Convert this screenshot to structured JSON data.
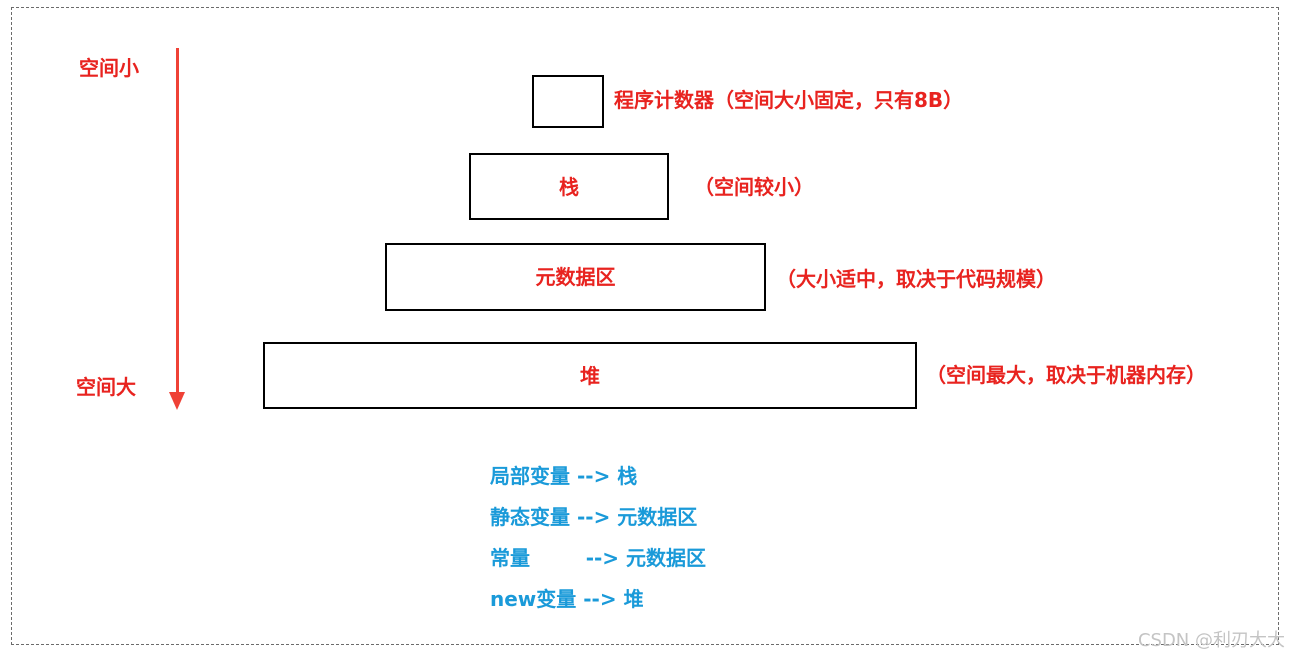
{
  "axis": {
    "top_label": "空间小",
    "bottom_label": "空间大"
  },
  "levels": [
    {
      "name": "",
      "desc": "程序计数器（空间大小固定，只有8B）"
    },
    {
      "name": "栈",
      "desc": "（空间较小）"
    },
    {
      "name": "元数据区",
      "desc": "（大小适中，取决于代码规模）"
    },
    {
      "name": "堆",
      "desc": "（空间最大，取决于机器内存）"
    }
  ],
  "mappings": [
    "局部变量 --> 栈",
    "静态变量 --> 元数据区",
    "常量        --> 元数据区",
    "new变量 --> 堆"
  ],
  "watermark": "CSDN @利刃大大",
  "colors": {
    "red_text": "#e8231f",
    "arrow": "#ef4136",
    "blue_text": "#1a9ad9",
    "box_border": "#000000"
  }
}
